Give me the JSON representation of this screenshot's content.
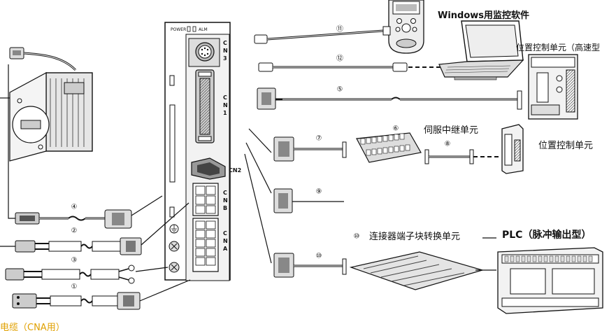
{
  "labels": {
    "windows_software": "Windows用监控软件",
    "position_unit_high": "位置控制单元（高速型",
    "servo_relay": "伺服中继单元",
    "position_unit": "位置控制单元",
    "terminal_block": "连接器端子块转换单元",
    "plc": "PLC（脉冲输出型）",
    "bottom_cut": "电缆（CNA用）"
  },
  "driver": {
    "power": "POWER",
    "alm": "ALM",
    "cn3": "C N 3",
    "cn1": "C N 1",
    "cn2": "CN2",
    "cnb": "C N B",
    "cna": "C N A"
  },
  "callouts": [
    "⑪",
    "⑫",
    "⑤",
    "⑥",
    "⑦",
    "⑧",
    "⑨",
    "⑩",
    "④",
    "②",
    "③",
    "①"
  ],
  "colors": {
    "line": "#111111",
    "accent": "#e0a000"
  }
}
